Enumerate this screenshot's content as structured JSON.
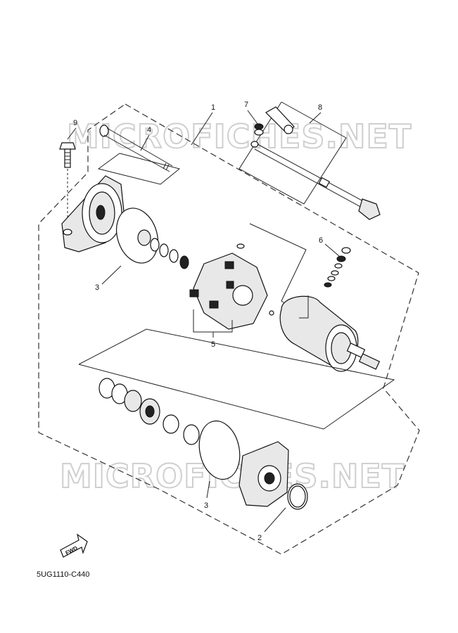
{
  "watermarks": [
    "MICROFICHES.NET",
    "MICROFICHES.NET"
  ],
  "diagram_code": "5UG1110-C440",
  "fwd_label": "FWD",
  "callouts": {
    "c1": "1",
    "c2": "2",
    "c3a": "3",
    "c3b": "3",
    "c4": "4",
    "c5": "5",
    "c6": "6",
    "c7": "7",
    "c8": "8",
    "c9": "9"
  }
}
